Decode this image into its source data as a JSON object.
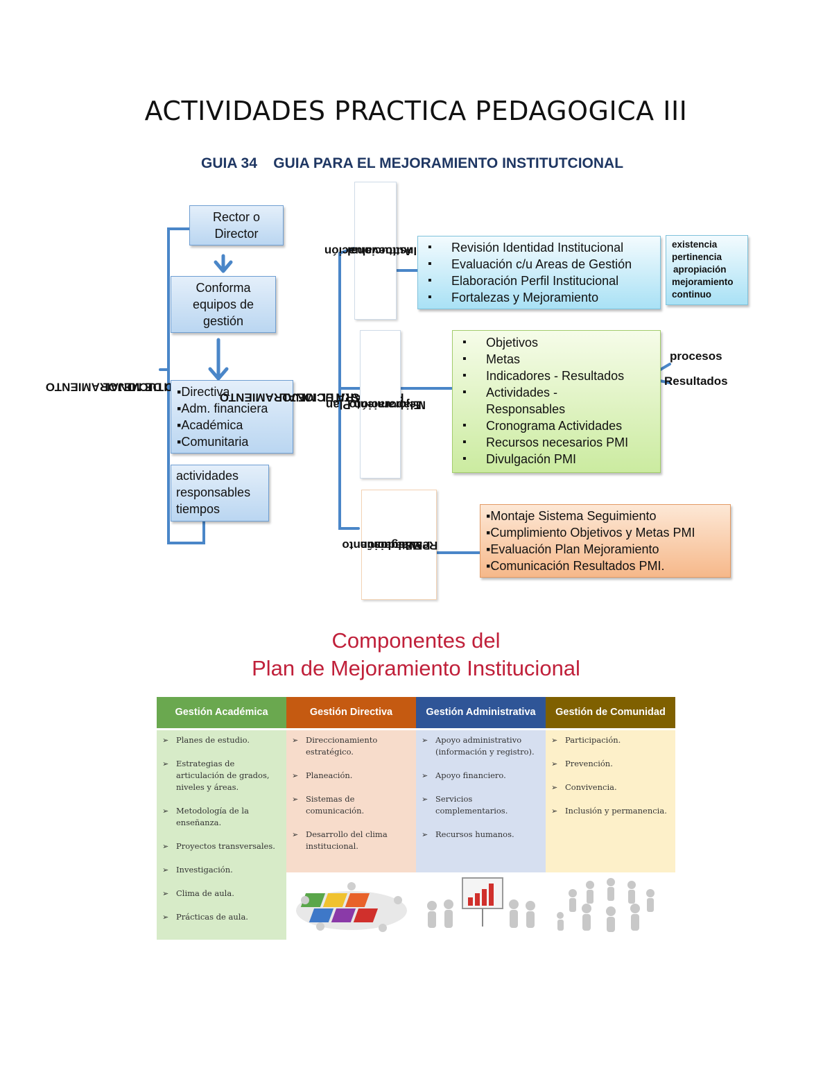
{
  "page_title": "ACTIVIDADES PRACTICA PEDAGOGICA III",
  "guia": {
    "number": "GUIA 34",
    "title": "GUIA PARA EL MEJORAMIENTO INSTITUTCIONAL"
  },
  "left_process": {
    "vertical_label_line1": "PROCESO DE MEJORAMIENTO",
    "vertical_label_line2": "INSTITUCIONAL",
    "rector": "Rector o Director",
    "conforma": "Conforma equipos de gestión",
    "areas": [
      "▪Directiva",
      "▪Adm. financiera",
      "▪Académica",
      "▪Comunitaria"
    ],
    "actividades": [
      "actividades",
      "responsables",
      "tiempos"
    ]
  },
  "ruta": {
    "vertical_label_line1": "RUTA   PARA  EL MEJORAMIENTO",
    "vertical_label_line2": "INSTITUCIONAL",
    "steps": [
      {
        "label_line1": "Autoevaluación",
        "label_line2": "Institucional"
      },
      {
        "label_line1": "Elaboración Plan",
        "label_line2": "Mejoramiento"
      },
      {
        "label_line1": "Seguimiento",
        "label_line2": "Evaluación",
        "label_line3": "Resultados",
        "label_line4": "PMI"
      }
    ]
  },
  "autoevaluacion_items": [
    "Revisión Identidad Institucional",
    "Evaluación c/u Areas de Gestión",
    " Elaboración Perfil Institucional",
    " Fortalezas y    Mejoramiento"
  ],
  "autoevaluacion_notes": [
    "existencia",
    "pertinencia",
    "apropiación",
    "mejoramiento",
    "continuo"
  ],
  "plan_items": [
    "Objetivos",
    "Metas",
    "Indicadores -  Resultados",
    "Actividades -",
    "Responsables",
    "Cronograma Actividades",
    "Recursos necesarios PMI",
    " Divulgación PMI"
  ],
  "plan_notes": {
    "procesos": "procesos",
    "resultados": "Resultados"
  },
  "seguimiento_items": [
    "▪Montaje Sistema Seguimiento",
    "▪Cumplimiento Objetivos y Metas PMI",
    "▪Evaluación  Plan Mejoramiento",
    "▪Comunicación Resultados PMI."
  ],
  "componentes": {
    "title_line1": "Componentes del",
    "title_line2": "Plan de Mejoramiento Institucional",
    "columns": [
      {
        "header": "Gestión Académica",
        "color": "#6aa84f",
        "bg": "#d7ebc8",
        "items": [
          "Planes de estudio.",
          "Estrategias de articulación de grados, niveles y áreas.",
          "Metodología de la enseñanza.",
          "Proyectos transversales.",
          "Investigación.",
          "Clima de aula.",
          "Prácticas de aula."
        ]
      },
      {
        "header": "Gestión Directiva",
        "color": "#c55a11",
        "bg": "#f7dccb",
        "items": [
          "Direccionamiento estratégico.",
          "Planeación.",
          "Sistemas de comunicación.",
          "Desarrollo del clima institucional."
        ]
      },
      {
        "header": "Gestión Administrativa",
        "color": "#2f5597",
        "bg": "#d6dff0",
        "items": [
          "Apoyo administrativo (información y registro).",
          "Apoyo financiero.",
          "Servicios complementarios.",
          "Recursos humanos."
        ]
      },
      {
        "header": "Gestión de Comunidad",
        "color": "#7f6000",
        "bg": "#fdf0c9",
        "items": [
          "Participación.",
          "Prevención.",
          "Convivencia.",
          "Inclusión y permanencia."
        ]
      }
    ]
  }
}
